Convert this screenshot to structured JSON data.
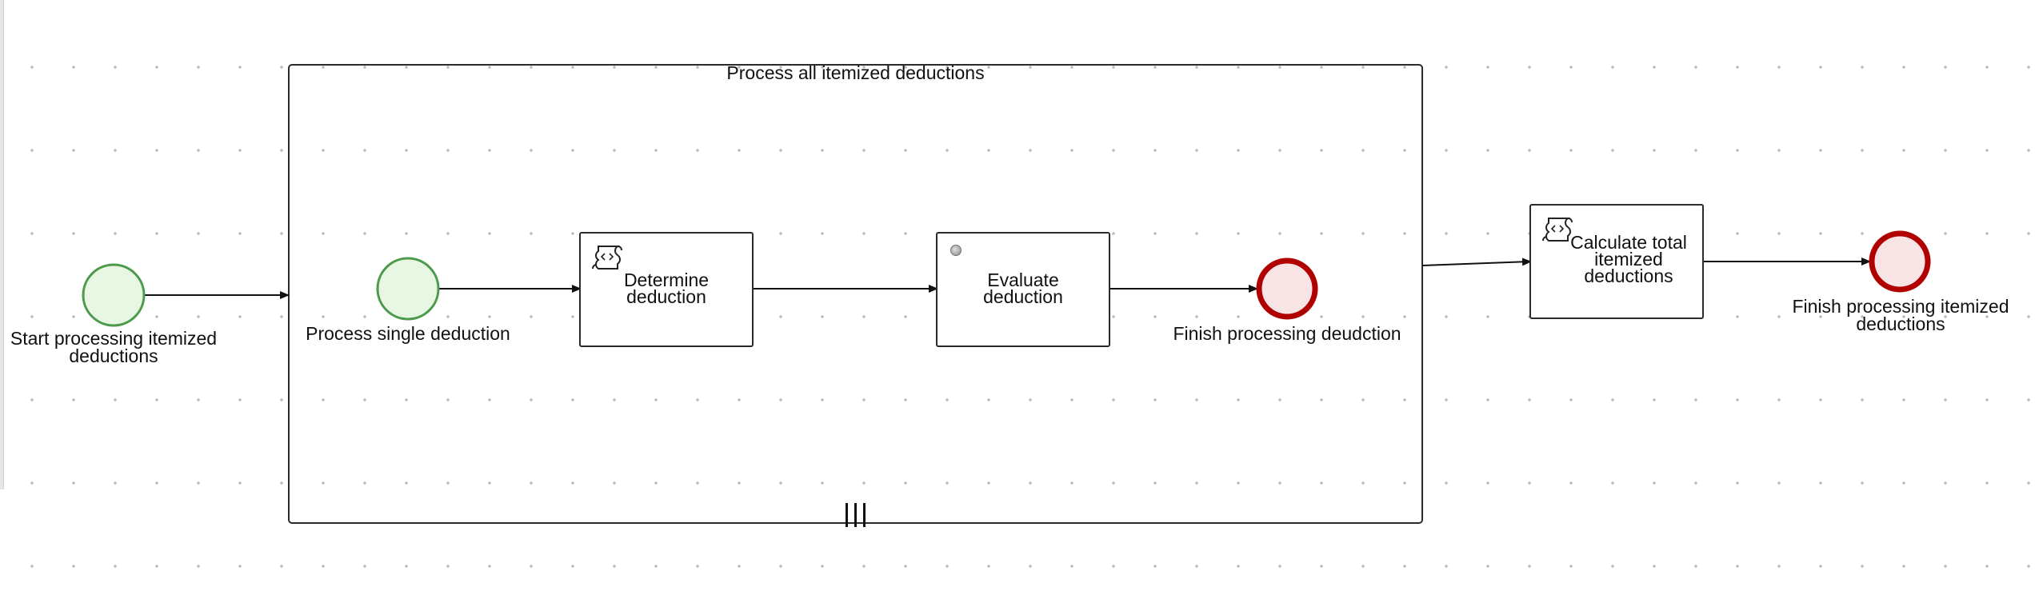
{
  "colors": {
    "start_stroke": "#4c9a4c",
    "start_fill": "#e8f7e4",
    "end_stroke": "#b00000",
    "end_fill": "#f8e4e4",
    "line": "#111111"
  },
  "events": {
    "outer_start": {
      "label": "Start processing itemized\ndeductions"
    },
    "inner_start": {
      "label": "Process single deduction"
    },
    "inner_end": {
      "label": "Finish processing deudction"
    },
    "outer_end": {
      "label": "Finish processing itemized\ndeductions"
    }
  },
  "subprocess": {
    "title": "Process all itemized deductions",
    "marker": "parallel-multi-instance-marker"
  },
  "tasks": {
    "determine": {
      "label": "Determine\ndeduction",
      "icon": "script-task-icon"
    },
    "evaluate": {
      "label": "Evaluate\ndeduction",
      "icon": "business-rule-marker-icon"
    },
    "calculate": {
      "label": "Calculate total\nitemized\ndeductions",
      "icon": "script-task-icon"
    }
  }
}
